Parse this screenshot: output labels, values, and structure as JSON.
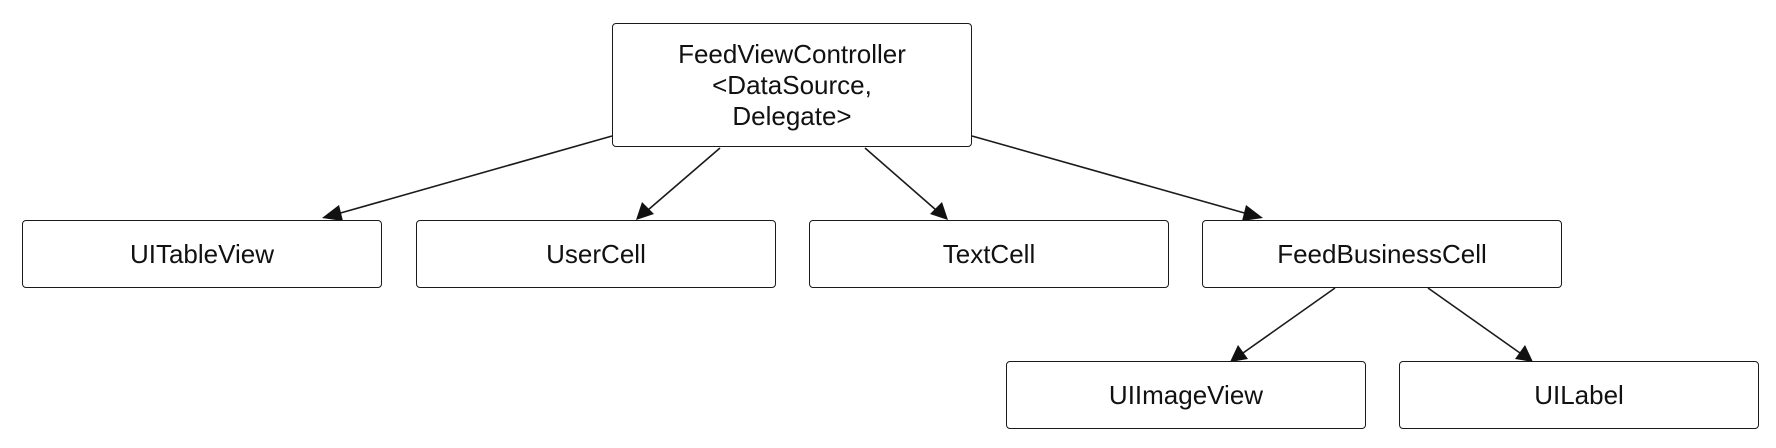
{
  "diagram": {
    "nodes": {
      "root": {
        "lines": [
          "FeedViewController",
          "<DataSource,",
          "Delegate>"
        ]
      },
      "table_view": {
        "label": "UITableView"
      },
      "user_cell": {
        "label": "UserCell"
      },
      "text_cell": {
        "label": "TextCell"
      },
      "feed_business_cell": {
        "label": "FeedBusinessCell"
      },
      "image_view": {
        "label": "UIImageView"
      },
      "ui_label": {
        "label": "UILabel"
      }
    },
    "edges": [
      {
        "from": "root",
        "to": "table_view"
      },
      {
        "from": "root",
        "to": "user_cell"
      },
      {
        "from": "root",
        "to": "text_cell"
      },
      {
        "from": "root",
        "to": "feed_business_cell"
      },
      {
        "from": "feed_business_cell",
        "to": "image_view"
      },
      {
        "from": "feed_business_cell",
        "to": "ui_label"
      }
    ]
  }
}
